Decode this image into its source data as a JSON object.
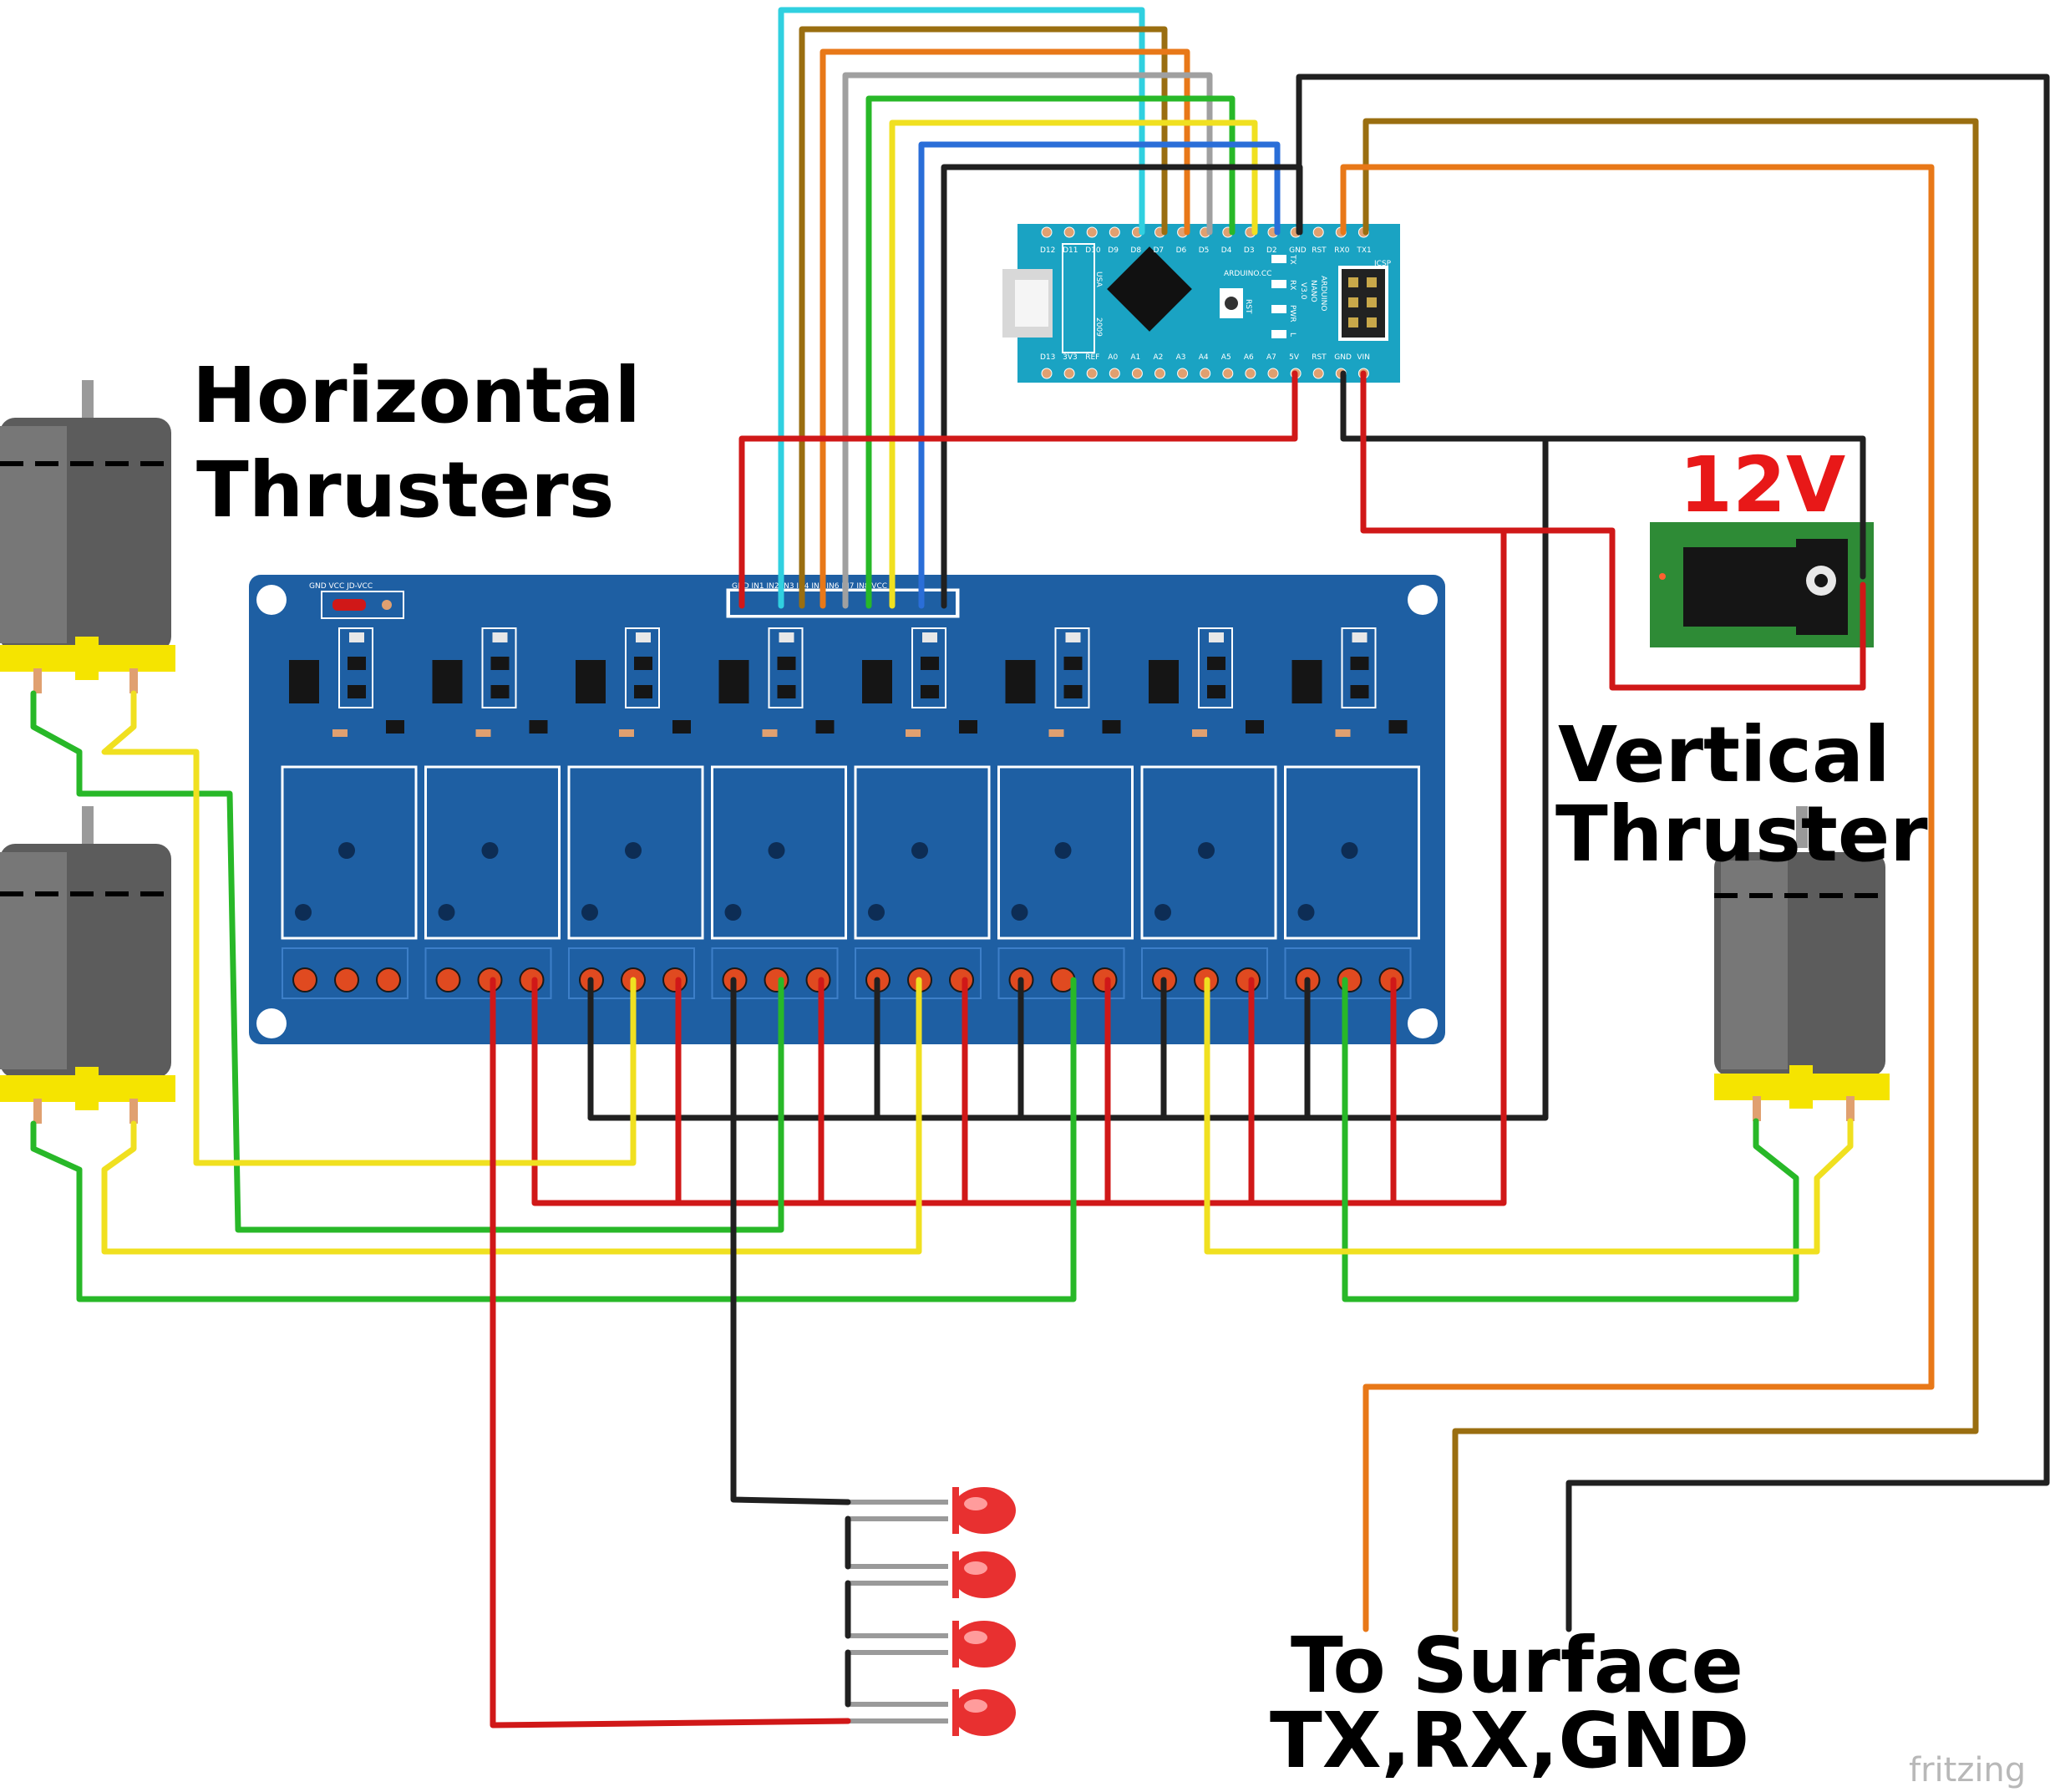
{
  "labels": {
    "horizontal_line1": "Horizontal",
    "horizontal_line2": "Thrusters",
    "vertical_line1": "Vertical",
    "vertical_line2": "Thruster",
    "power": "12V",
    "surface_line1": "To Surface",
    "surface_line2": "TX,RX,GND",
    "brand": "fritzing"
  },
  "arduino": {
    "top_pins": [
      "D12",
      "D11",
      "D10",
      "D9",
      "D8",
      "D7",
      "D6",
      "D5",
      "D4",
      "D3",
      "D2",
      "GND",
      "RST",
      "RX0",
      "TX1"
    ],
    "bottom_pins": [
      "D13",
      "3V3",
      "REF",
      "A0",
      "A1",
      "A2",
      "A3",
      "A4",
      "A5",
      "A6",
      "A7",
      "5V",
      "RST",
      "GND",
      "VIN"
    ],
    "board_text": [
      "ARDUINO",
      "NANO",
      "V3.0"
    ],
    "vendor": "ARDUINO.CC",
    "usa": "USA",
    "year": "2009",
    "icsp": "ICSP",
    "rst_button": "RST",
    "led_labels": [
      "TX",
      "RX",
      "PWR",
      "L"
    ]
  },
  "relay_board": {
    "header_pins_label": "GND IN1 IN2 IN3 IN4 IN5 IN6 IN7 IN8 VCC",
    "jumper_label": "GND VCC JD-VCC",
    "channel_count": 8
  },
  "colors": {
    "board_blue": "#1e5fa3",
    "arduino_teal": "#1aa3c3",
    "wire_red": "#d01818",
    "wire_black": "#202020",
    "wire_yellow": "#f0e020",
    "wire_green": "#28b828",
    "wire_orange": "#e87818",
    "wire_brown": "#9a6e10",
    "wire_cyan": "#30d0e0",
    "wire_gray": "#a0a0a0",
    "wire_blue": "#2a6ed8",
    "power_green": "#2e8b36",
    "label_red": "#e81818"
  }
}
